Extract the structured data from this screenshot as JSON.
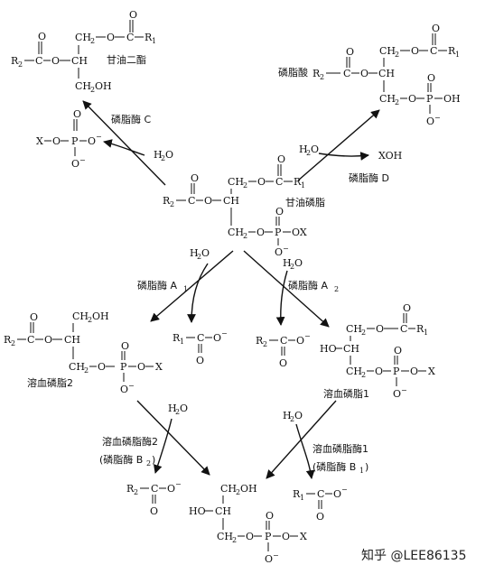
{
  "structures": {
    "dag_top": "CH2–O–C(=O)–R1",
    "dag_mid": "R2–C(=O)–O–CH",
    "dag_bottom": "CH2OH",
    "dag_name": "甘油二酯",
    "pa_label": "磷脂酸",
    "pa_top": "CH2–O–C(=O)–R1",
    "pa_mid": "R2–C(=O)–O–CH",
    "pa_bottom": "CH2–O–P(=O)(O⁻)–OH",
    "xp_group": "X–O–P(=O)(O⁻)–O⁻",
    "pl_top": "CH2–O–C(=O)–R1",
    "pl_mid": "R2–C(=O)–O–CH",
    "pl_bottom": "CH2–O–P(=O)(O⁻)–OX",
    "pl_name": "甘油磷脂",
    "lyso2_top": "CH2OH",
    "lyso2_mid": "R2–C(=O)–O–CH",
    "lyso2_bottom": "CH2–O–P(=O)(O⁻)–O–X",
    "lyso2_name": "溶血磷脂2",
    "lyso1_top": "CH2–O–C(=O)–R1",
    "lyso1_mid": "HO–CH",
    "lyso1_bottom": "CH2–O–P(=O)(O⁻)–O–X",
    "lyso1_name": "溶血磷脂1",
    "gpc_top": "CH2OH",
    "gpc_mid": "HO–CH",
    "gpc_bottom": "CH2–O–P(=O)(O⁻)–O–X",
    "r1coo": "R1–C(=O)–O⁻",
    "r2coo": "R2–C(=O)–O⁻",
    "xoh": "XOH"
  },
  "enzymes": {
    "c": "磷脂酶 C",
    "d": "磷脂酶 D",
    "a1": "磷脂酶 A",
    "a1_sub": "1",
    "a2": "磷脂酶 A",
    "a2_sub": "2",
    "lyso2_enzyme": "溶血磷脂酶2",
    "lyso2_enzyme_alt": "(磷脂酶 B",
    "lyso2_enzyme_alt_sub": "2",
    "lyso1_enzyme": "溶血磷脂酶1",
    "lyso1_enzyme_alt": "(磷脂酶 B",
    "lyso1_enzyme_alt_sub": "1",
    "close_paren": ")"
  },
  "reagents": {
    "water": "H",
    "water_sub": "2",
    "water_o": "O"
  },
  "watermark": "知乎 @LEE86135",
  "glyphs": {
    "o": "O",
    "p": "P",
    "c": "C",
    "ch": "CH",
    "ch2": "CH",
    "h2": "2",
    "r1": "R",
    "r2": "R",
    "one": "1",
    "two": "2",
    "x": "X",
    "oh": "OH",
    "ho": "HO",
    "ominus": "O",
    "minus": "−",
    "ox": "OX"
  }
}
